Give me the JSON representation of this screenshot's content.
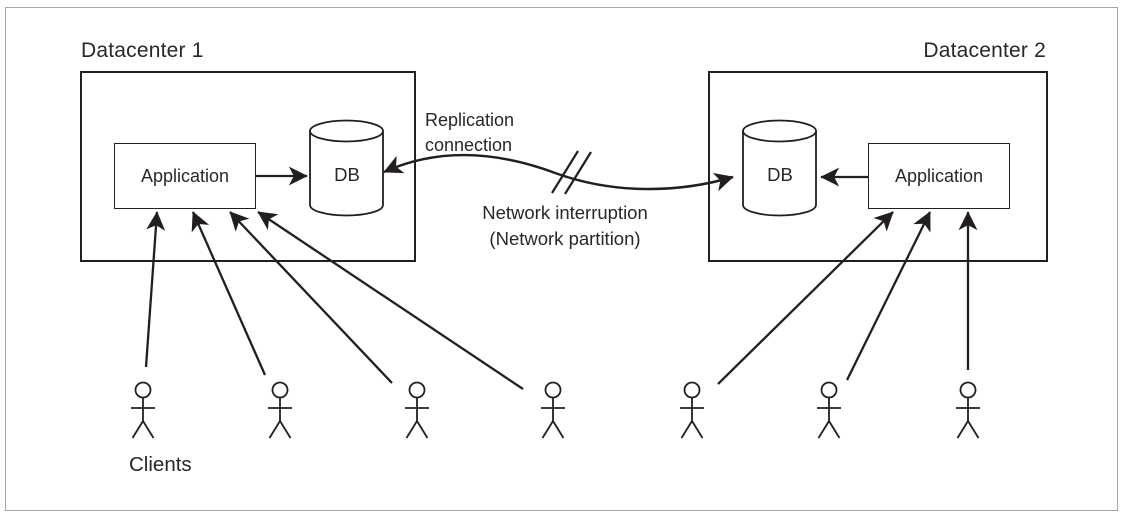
{
  "colors": {
    "stroke": "#231f20",
    "text": "#2b2627",
    "frame_border": "#a6a6a6",
    "background": "#ffffff"
  },
  "datacenter1": {
    "title": "Datacenter 1",
    "application_label": "Application",
    "db_label": "DB",
    "client_count": 4
  },
  "datacenter2": {
    "title": "Datacenter 2",
    "application_label": "Application",
    "db_label": "DB",
    "client_count": 3
  },
  "replication_label": {
    "line1": "Replication",
    "line2": "connection"
  },
  "network_interruption_label": {
    "line1": "Network interruption",
    "line2": "(Network partition)"
  },
  "clients_label": "Clients"
}
